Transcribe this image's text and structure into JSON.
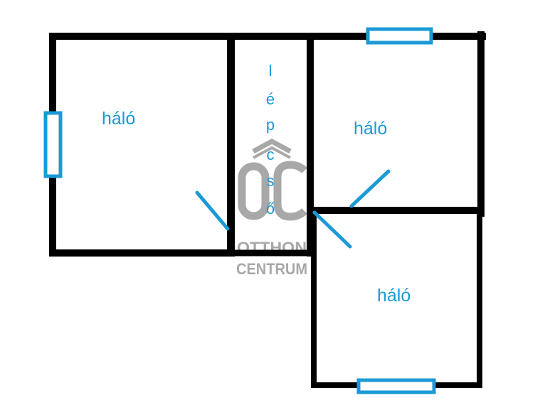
{
  "rooms": [
    {
      "label": "háló"
    },
    {
      "label": "háló"
    },
    {
      "label": "háló"
    }
  ],
  "stairs": {
    "letters": [
      "l",
      "é",
      "p",
      "c",
      "s",
      "ő"
    ]
  },
  "watermark": {
    "line1": "OTTHON",
    "line2": "CENTRUM"
  },
  "colors": {
    "wall": "#000000",
    "accent": "#1a9ad6",
    "watermark": "#9a9a9a"
  }
}
